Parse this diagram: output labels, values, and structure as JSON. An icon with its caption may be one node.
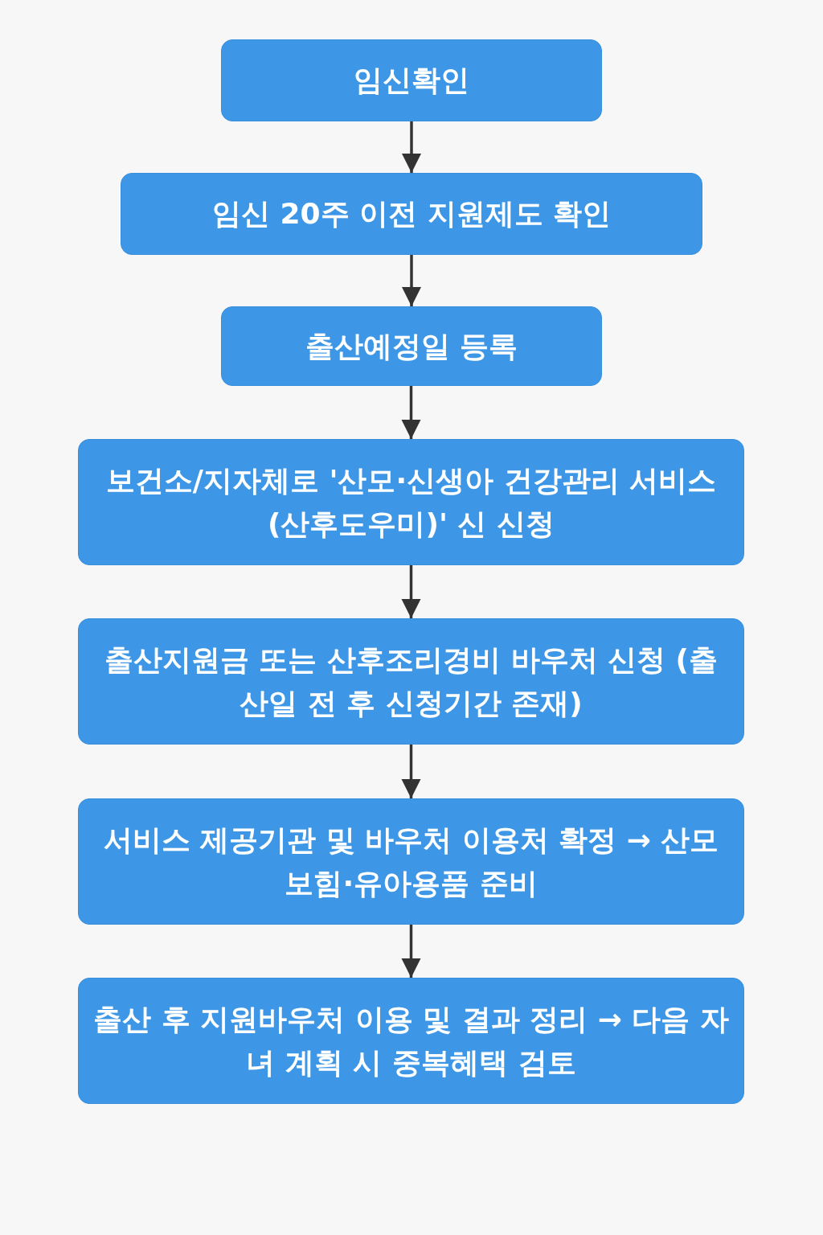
{
  "diagram": {
    "nodes": [
      {
        "text": [
          "임신확인"
        ]
      },
      {
        "text": [
          "임신 20주 이전 지원제도 확인"
        ]
      },
      {
        "text": [
          "출산예정일 등록"
        ]
      },
      {
        "text": [
          "보건소/지자체로 '산모·신생아 건강관리 서비스(산후도우미)' 신 신청"
        ]
      },
      {
        "text": [
          "출산지원금 또는 산후조리경비 바우처 신청 (출산일 전 후 신청기간 존재)"
        ]
      },
      {
        "text": [
          "서비스 제공기관 및 바우처 이용처 확정 → 산모보힘·유아용품 준비"
        ]
      },
      {
        "text": [
          "출산 후 지원바우처 이용 및 결과 정리 → 다음 자녀 계획 시 중복혜택 검토"
        ]
      }
    ],
    "edges": [
      {
        "from": 0,
        "to": 1,
        "arrow": "to"
      },
      {
        "from": 1,
        "to": 2,
        "arrow": "to"
      },
      {
        "from": 2,
        "to": 3,
        "arrow": "to"
      },
      {
        "from": 3,
        "to": 4,
        "arrow": "to"
      },
      {
        "from": 4,
        "to": 5,
        "arrow": "to"
      },
      {
        "from": 5,
        "to": 6,
        "arrow": "to"
      }
    ]
  }
}
